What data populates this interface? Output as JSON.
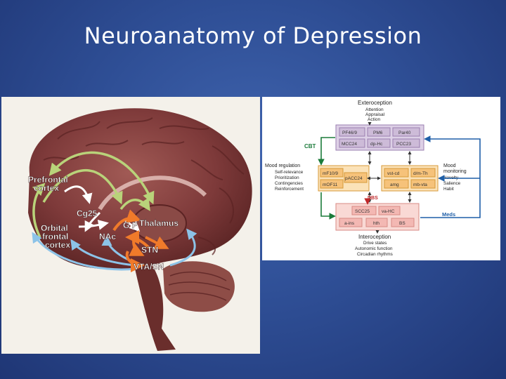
{
  "slide": {
    "title": "Neuroanatomy of Depression"
  },
  "brain_figure": {
    "labels": {
      "prefrontal_cortex_1": "Prefrontal",
      "prefrontal_cortex_2": "cortex",
      "cg25": "Cg25",
      "orbital_1": "Orbital",
      "orbital_2": "frontal",
      "orbital_3": "cortex",
      "gp": "G P",
      "thalamus": "Thalamus",
      "nac": "NAc",
      "stn": "STN",
      "vta_sn": "VTA/SN"
    },
    "colors": {
      "green_arrow": "#b9d37a",
      "white_arrow": "#ffffff",
      "blue_arrow": "#8cc3e8",
      "orange_arrow": "#f07a2a",
      "brain": "#7e3a3a"
    }
  },
  "network_diagram": {
    "exteroception": {
      "title": "Exteroception",
      "items": [
        "Attention",
        "Appraisal",
        "Action"
      ]
    },
    "top_boxes": [
      "PF46/9",
      "PM6",
      "Par40",
      "MCC24",
      "dp-Hc",
      "PCC23"
    ],
    "mood_regulation": {
      "title": "Mood regulation",
      "items": [
        "Self-relevance",
        "Prioritization",
        "Contingencies",
        "Reinforcement"
      ]
    },
    "left_boxes": [
      "mF10/9",
      "mOF11"
    ],
    "middle_box": "pACC24",
    "right_boxes": [
      "vst-cd",
      "d/m-Th",
      "amg",
      "mb-vta"
    ],
    "mood_monitoring": {
      "title_1": "Mood",
      "title_2": "monitoring",
      "items": [
        "Novelty",
        "Salience",
        "Habit"
      ]
    },
    "bottom_boxes": [
      "SCC25",
      "va-HC",
      "a-ins",
      "hth",
      "BS"
    ],
    "interoception": {
      "title": "Interoception",
      "items": [
        "Drive states",
        "Autonomic function",
        "Circadian rhythms"
      ]
    },
    "interventions": {
      "cbt": "CBT",
      "dbs": "DBS",
      "meds": "Meds"
    },
    "colors": {
      "top_fill": "#cdbbd8",
      "top_border": "#9a7fb0",
      "orange_fill": "#f6c27a",
      "orange_border": "#d79a3a",
      "pink_fill": "#f3b8b3",
      "pink_border": "#d88a84",
      "cbt_color": "#1b7b3a",
      "dbs_color": "#c0282a",
      "meds_color": "#1f5fa8"
    }
  }
}
